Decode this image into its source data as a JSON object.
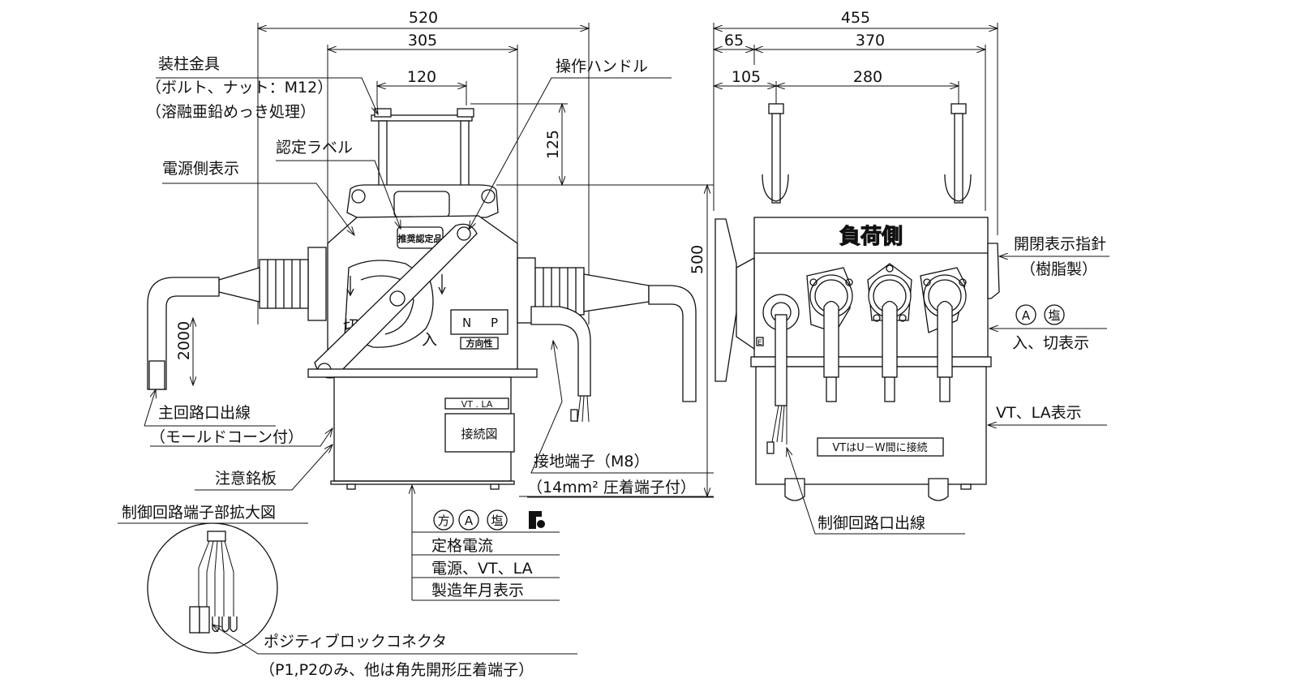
{
  "front_view": {
    "dimensions": {
      "overall_width": "520",
      "body_width": "305",
      "bolt_pitch": "120",
      "bolt_height": "125",
      "height": "500",
      "cable_length": "2000"
    },
    "callouts": {
      "pole_fitting": "装柱金具",
      "pole_fitting_bolt": "（ボルト、ナット：M12）",
      "pole_fitting_finish": "（溶融亜鉛めっき処理）",
      "cert_label": "認定ラベル",
      "source_side_mark": "電源側表示",
      "operating_handle": "操作ハンドル",
      "main_circuit_lead": "主回路口出線",
      "main_circuit_lead_note": "（モールドコーン付）",
      "caution_plate": "注意銘板",
      "control_terminal_detail": "制御回路端子部拡大図",
      "ground_terminal": "接地端子（M8）",
      "ground_terminal_note": "（14mm² 圧着端子付）",
      "connector": "ポジティブロックコネクタ",
      "connector_note": "（P1,P2のみ、他は角先開形圧着端子）"
    },
    "panel": {
      "cert_sticker": "推奨認定品",
      "np_n": "N",
      "np_p": "P",
      "direction": "方向性",
      "on_mark": "入",
      "off_mark": "切",
      "vt_la": "VT . LA",
      "wiring_diagram": "接続図"
    },
    "nameplate_list": {
      "marks": [
        "方",
        "A",
        "塩"
      ],
      "rows": [
        "定格電流",
        "電源、VT、LA",
        "製造年月表示"
      ]
    }
  },
  "side_view": {
    "dimensions": {
      "overall_width": "455",
      "offset": "65",
      "width_370": "370",
      "offset_105": "105",
      "bolt_pitch": "280"
    },
    "panel": {
      "load_side": "負荷側",
      "vt_note": "VTはU－W間に接続",
      "earth": "E"
    },
    "callouts": {
      "indicator": "開閉表示指針",
      "indicator_note": "（樹脂製）",
      "marks": [
        "A",
        "塩"
      ],
      "on_off_mark": "入、切表示",
      "vt_la_mark": "VT、LA表示",
      "control_lead": "制御回路口出線"
    }
  }
}
